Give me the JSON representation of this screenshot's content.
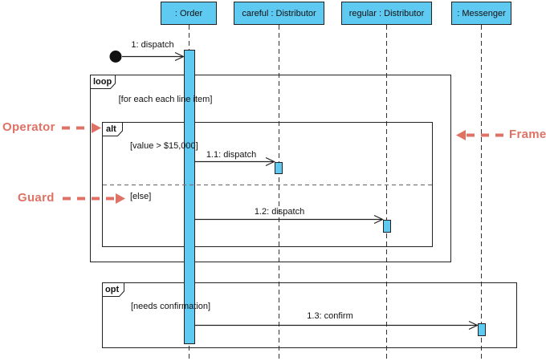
{
  "lifelines": [
    {
      "label": ": Order"
    },
    {
      "label": "careful : Distributor"
    },
    {
      "label": "regular : Distributor"
    },
    {
      "label": ": Messenger"
    }
  ],
  "fragments": {
    "loop": {
      "operator": "loop",
      "guard": "[for each each line item]"
    },
    "alt": {
      "operator": "alt",
      "guard1": "[value > $15,000]",
      "guard2": "[else]"
    },
    "opt": {
      "operator": "opt",
      "guard": "[needs confirmation]"
    }
  },
  "messages": [
    {
      "label": "1: dispatch"
    },
    {
      "label": "1.1: dispatch"
    },
    {
      "label": "1.2: dispatch"
    },
    {
      "label": "1.3: confirm"
    }
  ],
  "annotations": {
    "operator": "Operator",
    "guard": "Guard",
    "frame": "Frame"
  },
  "colors": {
    "node_fill": "#5EC9F1",
    "node_border": "#222222",
    "annotation": "#DF7265",
    "tab_fill": "#ffffff"
  }
}
